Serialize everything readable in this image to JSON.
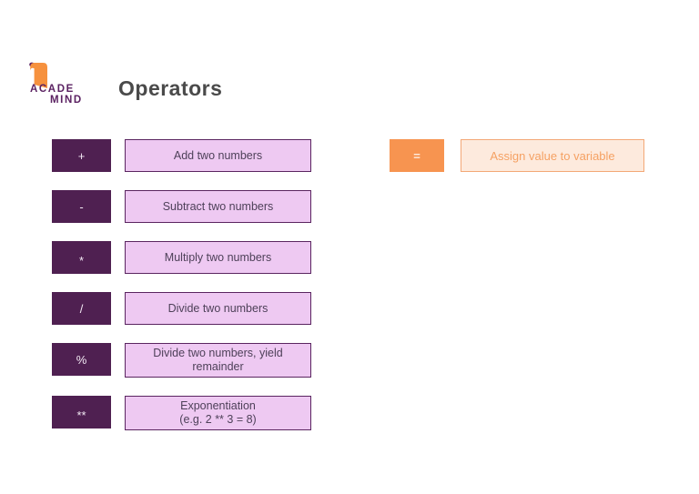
{
  "logo": {
    "line1": "ACADE",
    "line2": "MIND",
    "icon": "academind-flag-icon"
  },
  "title": "Operators",
  "operators": [
    {
      "symbol": "+",
      "description": "Add two numbers"
    },
    {
      "symbol": "-",
      "description": "Subtract two numbers"
    },
    {
      "symbol": "*",
      "description": "Multiply two numbers"
    },
    {
      "symbol": "/",
      "description": "Divide two numbers"
    },
    {
      "symbol": "%",
      "description": "Divide two numbers, yield remainder"
    },
    {
      "symbol": "**",
      "description": "Exponentiation\n(e.g. 2 ** 3 = 8)"
    }
  ],
  "assignment": {
    "symbol": "=",
    "description": "Assign value to variable"
  },
  "colors": {
    "dark_purple": "#4f2051",
    "light_purple": "#eec9f2",
    "purple_border": "#5a2560",
    "desc_text": "#4e4159",
    "orange": "#f79450",
    "light_orange": "#fdeadd",
    "orange_border": "#f3a877",
    "orange_text": "#f5a163",
    "title_text": "#4a4a4a",
    "logo_purple": "#5b2262",
    "logo_orange": "#f6913e"
  }
}
